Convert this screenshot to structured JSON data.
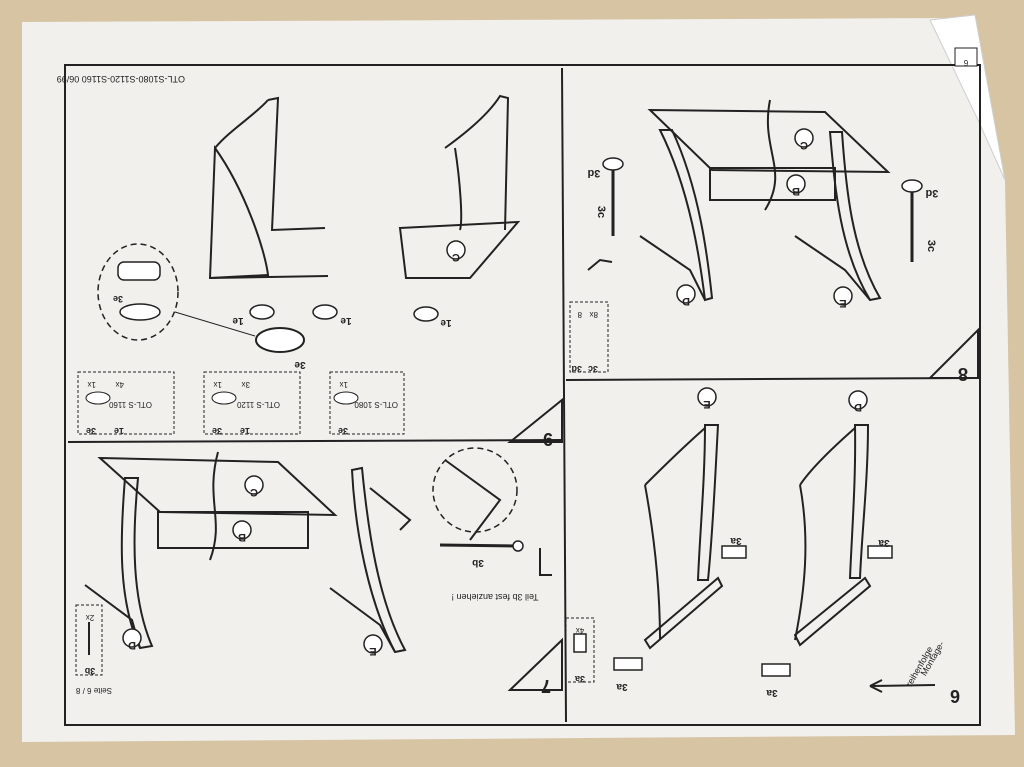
{
  "sheet": {
    "header_code": "OTL-S1080-S1120-S1160  06/99",
    "page_label": "Seite 6 / 8",
    "corner_mark": "6"
  },
  "steps": {
    "s6": {
      "number": "6",
      "caption_line1": "Montage-",
      "caption_line2": "reihenfolge",
      "parts": [
        "D",
        "E"
      ],
      "callouts": [
        "3a",
        "3a",
        "3a",
        "3a"
      ],
      "kit": {
        "qty": "4x",
        "part": "3a"
      }
    },
    "s7": {
      "number": "7",
      "note": "Teil 3b fest anziehen !",
      "parts": [
        "C",
        "B",
        "D",
        "E"
      ],
      "callouts": [
        "3b"
      ],
      "kit": {
        "qty": "2x",
        "part": "3b"
      }
    },
    "s8": {
      "number": "8",
      "parts": [
        "C",
        "B",
        "D",
        "E"
      ],
      "callouts": [
        "3d",
        "3c",
        "3d",
        "3c"
      ],
      "kit": {
        "qty1": "8x",
        "qty2": "8",
        "part1": "3c",
        "part2": "3d"
      }
    },
    "s9": {
      "number": "9",
      "parts": [
        "C"
      ],
      "callouts": [
        "1e",
        "1e",
        "1e",
        "3e",
        "3e"
      ],
      "variants": [
        {
          "model": "OTL-S 1080",
          "qty": "1x",
          "part": "3e"
        },
        {
          "model": "OTL-S 1120",
          "qty1": "1x",
          "qty2": "3x",
          "part1": "3e",
          "part2": "1e"
        },
        {
          "model": "OTL-S 1160",
          "qty1": "1x",
          "qty2": "4x",
          "part1": "3e",
          "part2": "1e"
        }
      ]
    }
  },
  "colors": {
    "table": "#d9c9ab",
    "paper": "#f1f0ec",
    "ink": "#222222"
  }
}
